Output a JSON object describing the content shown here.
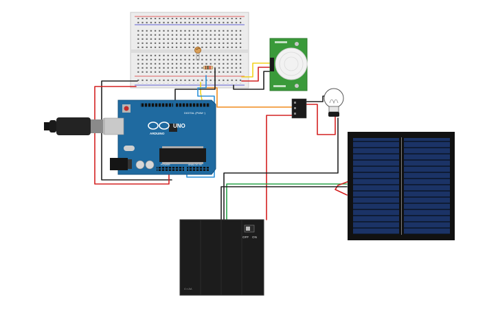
{
  "arduino": {
    "brand": "ARDUINO",
    "model": "UNO",
    "digital_label": "DIGITAL (PWM~)",
    "power_label": "POWER",
    "analog_label": "ANALOG IN"
  },
  "battery_pack": {
    "switch_off": "OFF",
    "switch_on": "ON",
    "spec": "4 x AA"
  },
  "pir_sensor": {
    "label_top": "",
    "label_bottom": ""
  },
  "colors": {
    "arduino_board": "#1f6aa0",
    "wire_red": "#d42020",
    "wire_black": "#202020",
    "wire_orange": "#f08a1a",
    "wire_yellow": "#f2d21a",
    "wire_blue": "#2a8fd8",
    "wire_green": "#2aa34a",
    "pir_board": "#3a9a3a",
    "solar_panel": "#1a2f5c",
    "battery_case": "#1c1c1c",
    "breadboard": "#ececec"
  },
  "components": [
    "breadboard",
    "arduino-uno",
    "pir-sensor",
    "relay",
    "light-bulb",
    "solar-panel",
    "battery-pack",
    "usb-cable",
    "photoresistor",
    "resistor"
  ]
}
